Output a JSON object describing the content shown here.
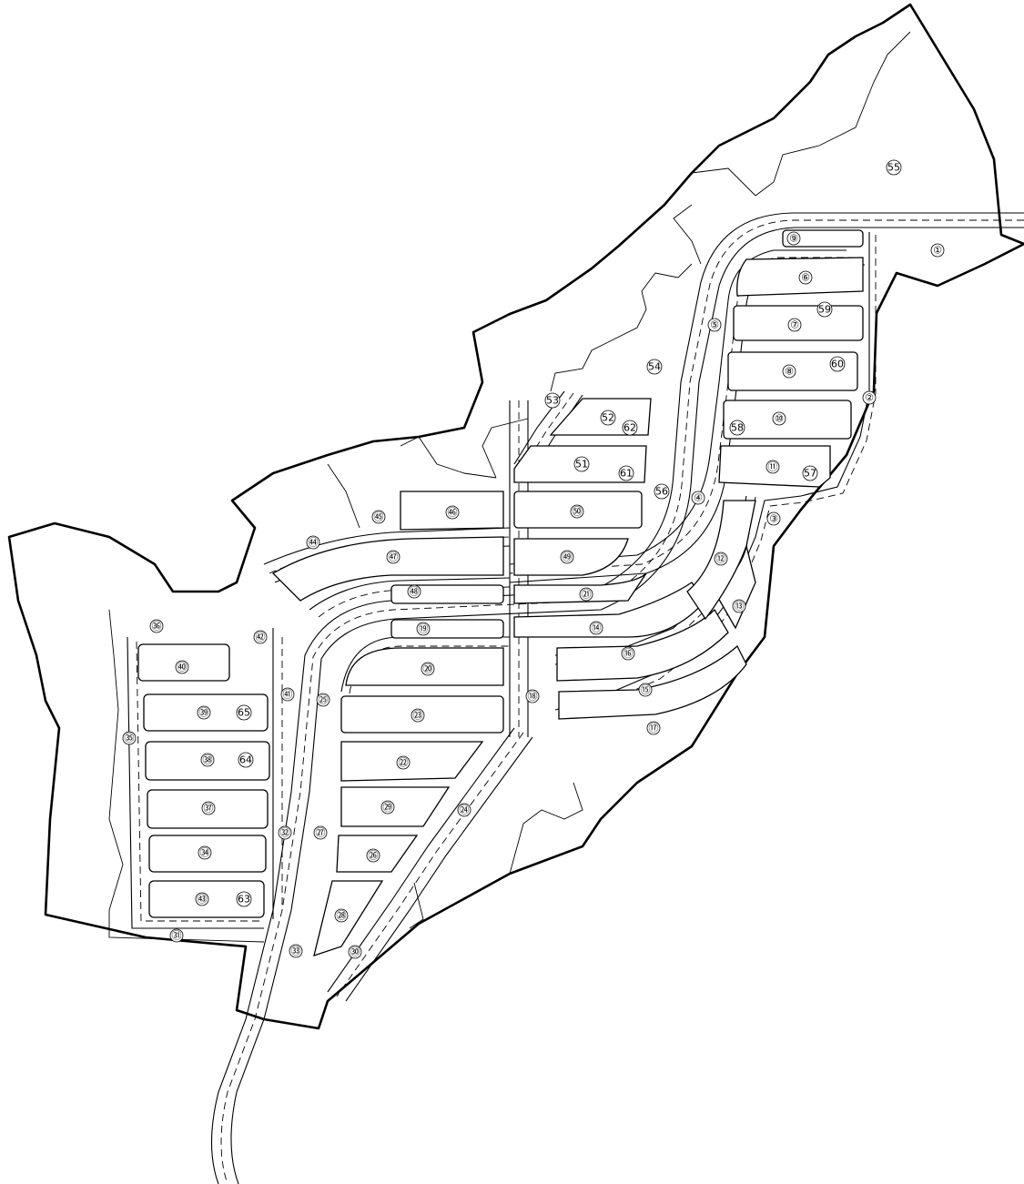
{
  "map": {
    "lots": [
      {
        "id": "lot-1",
        "label": "①"
      },
      {
        "id": "lot-2",
        "label": "②"
      },
      {
        "id": "lot-3",
        "label": "③"
      },
      {
        "id": "lot-4",
        "label": "④"
      },
      {
        "id": "lot-5",
        "label": "⑤"
      },
      {
        "id": "lot-6",
        "label": "⑥"
      },
      {
        "id": "lot-7",
        "label": "⑦"
      },
      {
        "id": "lot-8",
        "label": "⑧"
      },
      {
        "id": "lot-9",
        "label": "⑨"
      },
      {
        "id": "lot-10",
        "label": "⑩"
      },
      {
        "id": "lot-11",
        "label": "⑪"
      },
      {
        "id": "lot-12",
        "label": "⑫"
      },
      {
        "id": "lot-13",
        "label": "⑬"
      },
      {
        "id": "lot-14",
        "label": "⑭"
      },
      {
        "id": "lot-15",
        "label": "⑮"
      },
      {
        "id": "lot-16",
        "label": "⑯"
      },
      {
        "id": "lot-17",
        "label": "⑰"
      },
      {
        "id": "lot-18",
        "label": "⑱"
      },
      {
        "id": "lot-19",
        "label": "⑲"
      },
      {
        "id": "lot-20",
        "label": "⑳"
      },
      {
        "id": "lot-21",
        "label": "㉑"
      },
      {
        "id": "lot-22",
        "label": "㉒"
      },
      {
        "id": "lot-23",
        "label": "㉓"
      },
      {
        "id": "lot-24",
        "label": "㉔"
      },
      {
        "id": "lot-25",
        "label": "㉕"
      },
      {
        "id": "lot-26",
        "label": "㉖"
      },
      {
        "id": "lot-27",
        "label": "㉗"
      },
      {
        "id": "lot-28",
        "label": "㉘"
      },
      {
        "id": "lot-29",
        "label": "㉙"
      },
      {
        "id": "lot-30",
        "label": "㉚"
      },
      {
        "id": "lot-31",
        "label": "㉛"
      },
      {
        "id": "lot-32",
        "label": "㉜"
      },
      {
        "id": "lot-33",
        "label": "㉝"
      },
      {
        "id": "lot-34",
        "label": "㉞"
      },
      {
        "id": "lot-35",
        "label": "㉟"
      },
      {
        "id": "lot-36",
        "label": "㊱"
      },
      {
        "id": "lot-37",
        "label": "㊲"
      },
      {
        "id": "lot-38",
        "label": "㊳"
      },
      {
        "id": "lot-39",
        "label": "㊴"
      },
      {
        "id": "lot-40",
        "label": "㊵"
      },
      {
        "id": "lot-41",
        "label": "㊶"
      },
      {
        "id": "lot-42",
        "label": "㊷"
      },
      {
        "id": "lot-43",
        "label": "㊸"
      },
      {
        "id": "lot-44",
        "label": "㊹"
      },
      {
        "id": "lot-45",
        "label": "㊺"
      },
      {
        "id": "lot-46",
        "label": "㊻"
      },
      {
        "id": "lot-47",
        "label": "㊼"
      },
      {
        "id": "lot-48",
        "label": "㊽"
      },
      {
        "id": "lot-49",
        "label": "㊾"
      },
      {
        "id": "lot-50",
        "label": "㊿"
      },
      {
        "id": "lot-51",
        "label": "51"
      },
      {
        "id": "lot-52",
        "label": "52"
      },
      {
        "id": "lot-53",
        "label": "53"
      },
      {
        "id": "lot-54",
        "label": "54"
      },
      {
        "id": "lot-55",
        "label": "55"
      },
      {
        "id": "lot-56",
        "label": "56"
      },
      {
        "id": "lot-57",
        "label": "57"
      },
      {
        "id": "lot-58",
        "label": "58"
      },
      {
        "id": "lot-59",
        "label": "59"
      },
      {
        "id": "lot-60",
        "label": "60"
      },
      {
        "id": "lot-61",
        "label": "61"
      },
      {
        "id": "lot-62",
        "label": "62"
      },
      {
        "id": "lot-63",
        "label": "63"
      },
      {
        "id": "lot-64",
        "label": "64"
      },
      {
        "id": "lot-65",
        "label": "65"
      }
    ]
  }
}
